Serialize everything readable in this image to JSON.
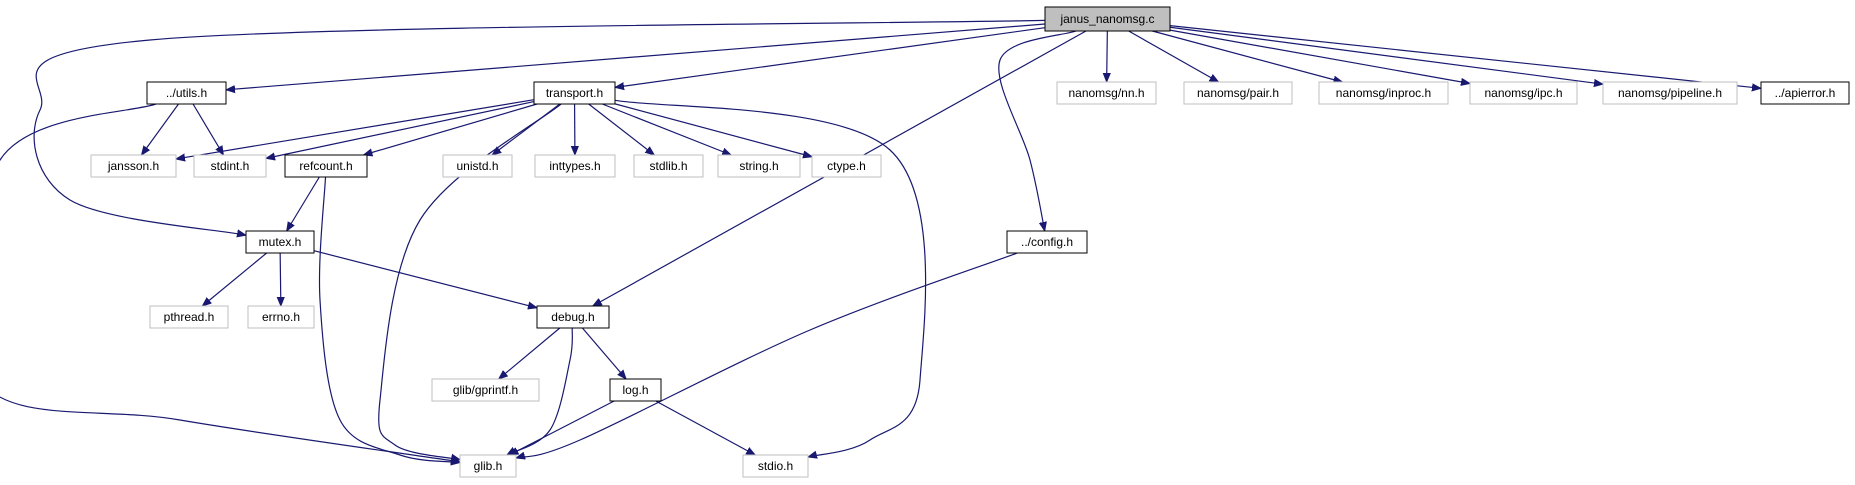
{
  "graph": {
    "colors": {
      "edge": "#191970",
      "root_fill": "#bfbfbf",
      "documented_border": "#000000",
      "undocumented_border": "#bfbfbf"
    },
    "nodes": [
      {
        "id": "janus_nanomsg",
        "label": "janus_nanomsg.c",
        "kind": "root"
      },
      {
        "id": "utils",
        "label": "../utils.h",
        "kind": "documented"
      },
      {
        "id": "transport",
        "label": "transport.h",
        "kind": "documented"
      },
      {
        "id": "nn",
        "label": "nanomsg/nn.h",
        "kind": "external"
      },
      {
        "id": "pair",
        "label": "nanomsg/pair.h",
        "kind": "external"
      },
      {
        "id": "inproc",
        "label": "nanomsg/inproc.h",
        "kind": "external"
      },
      {
        "id": "ipc",
        "label": "nanomsg/ipc.h",
        "kind": "external"
      },
      {
        "id": "pipeline",
        "label": "nanomsg/pipeline.h",
        "kind": "external"
      },
      {
        "id": "apierror",
        "label": "../apierror.h",
        "kind": "documented"
      },
      {
        "id": "jansson",
        "label": "jansson.h",
        "kind": "external"
      },
      {
        "id": "stdint",
        "label": "stdint.h",
        "kind": "external"
      },
      {
        "id": "refcount",
        "label": "refcount.h",
        "kind": "documented"
      },
      {
        "id": "unistd",
        "label": "unistd.h",
        "kind": "external"
      },
      {
        "id": "inttypes",
        "label": "inttypes.h",
        "kind": "external"
      },
      {
        "id": "stdlib",
        "label": "stdlib.h",
        "kind": "external"
      },
      {
        "id": "string",
        "label": "string.h",
        "kind": "external"
      },
      {
        "id": "ctype",
        "label": "ctype.h",
        "kind": "external"
      },
      {
        "id": "mutex",
        "label": "mutex.h",
        "kind": "documented"
      },
      {
        "id": "config",
        "label": "../config.h",
        "kind": "documented"
      },
      {
        "id": "pthread",
        "label": "pthread.h",
        "kind": "external"
      },
      {
        "id": "errno",
        "label": "errno.h",
        "kind": "external"
      },
      {
        "id": "debug",
        "label": "debug.h",
        "kind": "documented"
      },
      {
        "id": "gprintf",
        "label": "glib/gprintf.h",
        "kind": "external"
      },
      {
        "id": "log",
        "label": "log.h",
        "kind": "documented"
      },
      {
        "id": "glib",
        "label": "glib.h",
        "kind": "external"
      },
      {
        "id": "stdio",
        "label": "stdio.h",
        "kind": "external"
      }
    ],
    "edges": [
      {
        "from": "janus_nanomsg",
        "to": "utils"
      },
      {
        "from": "janus_nanomsg",
        "to": "transport"
      },
      {
        "from": "janus_nanomsg",
        "to": "mutex"
      },
      {
        "from": "janus_nanomsg",
        "to": "debug"
      },
      {
        "from": "janus_nanomsg",
        "to": "config"
      },
      {
        "from": "janus_nanomsg",
        "to": "nn"
      },
      {
        "from": "janus_nanomsg",
        "to": "pair"
      },
      {
        "from": "janus_nanomsg",
        "to": "inproc"
      },
      {
        "from": "janus_nanomsg",
        "to": "ipc"
      },
      {
        "from": "janus_nanomsg",
        "to": "pipeline"
      },
      {
        "from": "janus_nanomsg",
        "to": "apierror"
      },
      {
        "from": "utils",
        "to": "jansson"
      },
      {
        "from": "utils",
        "to": "stdint"
      },
      {
        "from": "utils",
        "to": "glib"
      },
      {
        "from": "transport",
        "to": "jansson"
      },
      {
        "from": "transport",
        "to": "stdint"
      },
      {
        "from": "transport",
        "to": "refcount"
      },
      {
        "from": "transport",
        "to": "unistd"
      },
      {
        "from": "transport",
        "to": "inttypes"
      },
      {
        "from": "transport",
        "to": "stdlib"
      },
      {
        "from": "transport",
        "to": "string"
      },
      {
        "from": "transport",
        "to": "ctype"
      },
      {
        "from": "transport",
        "to": "glib"
      },
      {
        "from": "transport",
        "to": "stdio"
      },
      {
        "from": "refcount",
        "to": "mutex"
      },
      {
        "from": "refcount",
        "to": "glib"
      },
      {
        "from": "mutex",
        "to": "pthread"
      },
      {
        "from": "mutex",
        "to": "errno"
      },
      {
        "from": "mutex",
        "to": "debug"
      },
      {
        "from": "debug",
        "to": "gprintf"
      },
      {
        "from": "debug",
        "to": "log"
      },
      {
        "from": "debug",
        "to": "glib"
      },
      {
        "from": "log",
        "to": "glib"
      },
      {
        "from": "log",
        "to": "stdio"
      },
      {
        "from": "config",
        "to": "glib"
      }
    ]
  }
}
